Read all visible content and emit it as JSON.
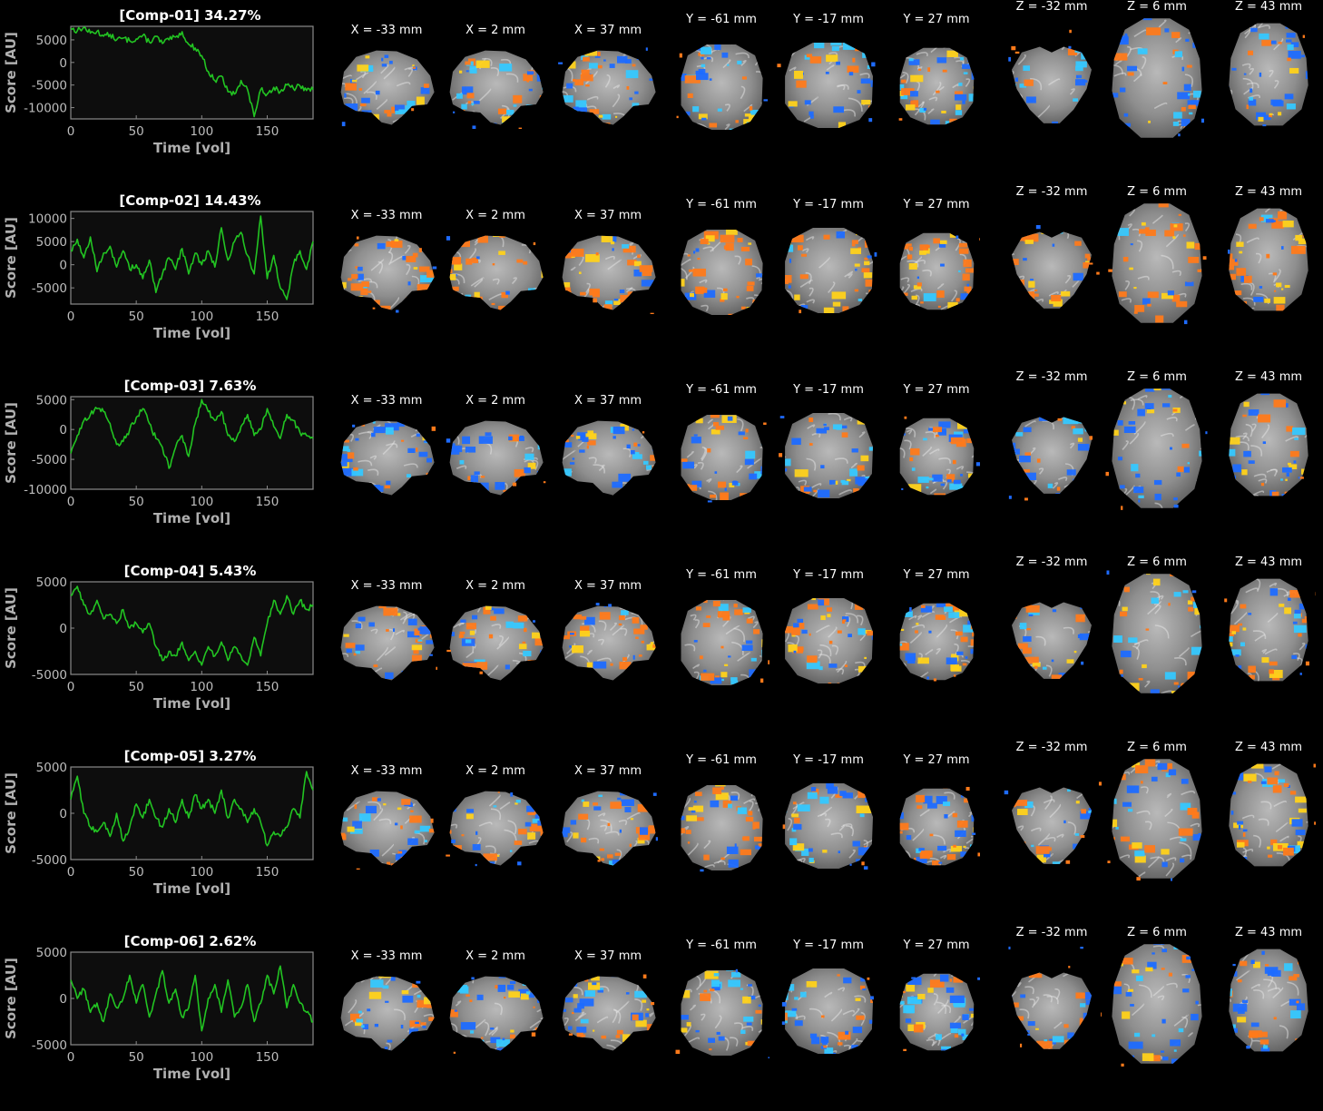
{
  "colors": {
    "background": "#000000",
    "trace": "#22c422",
    "plot_bg": "#0d0d0d",
    "axes": "#8a8a8a",
    "hot": "#ff7a1a",
    "hot_bright": "#ffd21a",
    "cold": "#1e6bff",
    "cold_bright": "#35c8ff"
  },
  "slice_labels": [
    "X = -33 mm",
    "X = 2 mm",
    "X = 37 mm",
    "Y = -61 mm",
    "Y = -17 mm",
    "Y = 27 mm",
    "Z = -32 mm",
    "Z = 6 mm",
    "Z = 43 mm"
  ],
  "chart_data": [
    {
      "type": "line",
      "title": "[Comp-01] 34.27%",
      "xlabel": "Time [vol]",
      "ylabel": "Score [AU]",
      "xlim": [
        0,
        185
      ],
      "ylim": [
        -12500,
        8000
      ],
      "xticks": [
        0,
        50,
        100,
        150
      ],
      "yticks": [
        5000,
        0,
        -5000,
        -10000
      ],
      "xtick_labels": [
        "0",
        "50",
        "100",
        "150"
      ],
      "ytick_labels": [
        "5000",
        "0",
        "-5000",
        "-10000"
      ],
      "series": [
        {
          "x": [
            0,
            5,
            10,
            15,
            20,
            25,
            30,
            35,
            40,
            45,
            50,
            55,
            60,
            65,
            70,
            75,
            80,
            85,
            90,
            95,
            100,
            105,
            110,
            115,
            120,
            125,
            130,
            135,
            140,
            145,
            150,
            155,
            160,
            165,
            170,
            175,
            180,
            185
          ],
          "y": [
            7500,
            7000,
            7800,
            6500,
            6900,
            5800,
            6200,
            5000,
            5400,
            4800,
            5200,
            6000,
            4500,
            5800,
            4200,
            5000,
            5600,
            6800,
            4000,
            3200,
            1500,
            -2000,
            -4000,
            -3000,
            -6500,
            -7000,
            -4000,
            -6000,
            -12000,
            -6000,
            -7000,
            -5500,
            -6500,
            -5000,
            -5800,
            -5200,
            -6200,
            -6000
          ]
        }
      ],
      "hot_bright_regions": 0.35,
      "cold_bright_regions": 0.6
    },
    {
      "type": "line",
      "title": "[Comp-02] 14.43%",
      "xlabel": "Time [vol]",
      "ylabel": "Score [AU]",
      "xlim": [
        0,
        185
      ],
      "ylim": [
        -8500,
        11500
      ],
      "xticks": [
        0,
        50,
        100,
        150
      ],
      "yticks": [
        10000,
        5000,
        0,
        -5000
      ],
      "xtick_labels": [
        "0",
        "50",
        "100",
        "150"
      ],
      "ytick_labels": [
        "10000",
        "5000",
        "0",
        "-5000"
      ],
      "series": [
        {
          "x": [
            0,
            5,
            10,
            15,
            20,
            25,
            30,
            35,
            40,
            45,
            50,
            55,
            60,
            65,
            70,
            75,
            80,
            85,
            90,
            95,
            100,
            105,
            110,
            115,
            120,
            125,
            130,
            135,
            140,
            145,
            150,
            155,
            160,
            165,
            170,
            175,
            180,
            185
          ],
          "y": [
            3000,
            5500,
            1500,
            6000,
            -1500,
            2500,
            4000,
            -500,
            3000,
            -1000,
            0,
            -3000,
            1000,
            -6000,
            -2000,
            1500,
            -1000,
            3500,
            -2000,
            2500,
            0,
            3000,
            -500,
            8000,
            1000,
            5000,
            7000,
            2000,
            -2000,
            10500,
            -3000,
            2000,
            -5000,
            -7500,
            0,
            3000,
            -1000,
            5000
          ]
        }
      ],
      "hot_bright_regions": 0.55,
      "cold_bright_regions": 0.1
    },
    {
      "type": "line",
      "title": "[Comp-03] 7.63%",
      "xlabel": "Time [vol]",
      "ylabel": "Score [AU]",
      "xlim": [
        0,
        185
      ],
      "ylim": [
        -10000,
        5500
      ],
      "xticks": [
        0,
        50,
        100,
        150
      ],
      "yticks": [
        5000,
        0,
        -5000,
        -10000
      ],
      "xtick_labels": [
        "0",
        "50",
        "100",
        "150"
      ],
      "ytick_labels": [
        "5000",
        "0",
        "-5000",
        "-10000"
      ],
      "series": [
        {
          "x": [
            0,
            5,
            10,
            15,
            20,
            25,
            30,
            35,
            40,
            45,
            50,
            55,
            60,
            65,
            70,
            75,
            80,
            85,
            90,
            95,
            100,
            105,
            110,
            115,
            120,
            125,
            130,
            135,
            140,
            145,
            150,
            155,
            160,
            165,
            170,
            175,
            180,
            185
          ],
          "y": [
            -4000,
            -1000,
            1500,
            2500,
            3500,
            3000,
            1000,
            -2500,
            -2000,
            0,
            2000,
            3500,
            1000,
            -1500,
            -3000,
            -6500,
            -3000,
            -1000,
            -4500,
            1000,
            5000,
            3000,
            1500,
            3000,
            -1000,
            -2000,
            500,
            2500,
            -1000,
            0,
            3500,
            500,
            -1500,
            2500,
            1500,
            -500,
            -1000,
            -1500
          ]
        }
      ],
      "hot_bright_regions": 0.25,
      "cold_bright_regions": 0.5
    },
    {
      "type": "line",
      "title": "[Comp-04] 5.43%",
      "xlabel": "Time [vol]",
      "ylabel": "Score [AU]",
      "xlim": [
        0,
        185
      ],
      "ylim": [
        -5000,
        5000
      ],
      "xticks": [
        0,
        50,
        100,
        150
      ],
      "yticks": [
        5000,
        0,
        -5000
      ],
      "xtick_labels": [
        "0",
        "50",
        "100",
        "150"
      ],
      "ytick_labels": [
        "5000",
        "0",
        "-5000"
      ],
      "series": [
        {
          "x": [
            0,
            5,
            10,
            15,
            20,
            25,
            30,
            35,
            40,
            45,
            50,
            55,
            60,
            65,
            70,
            75,
            80,
            85,
            90,
            95,
            100,
            105,
            110,
            115,
            120,
            125,
            130,
            135,
            140,
            145,
            150,
            155,
            160,
            165,
            170,
            175,
            180,
            185
          ],
          "y": [
            3500,
            4500,
            2500,
            1500,
            3000,
            1000,
            1500,
            500,
            2000,
            0,
            500,
            -500,
            500,
            -2000,
            -3500,
            -2500,
            -3000,
            -1500,
            -3500,
            -2500,
            -4000,
            -2000,
            -3000,
            -1500,
            -3500,
            -2000,
            -3000,
            -4000,
            -1000,
            -3000,
            500,
            3000,
            1500,
            3500,
            1500,
            3000,
            2000,
            2500
          ]
        }
      ],
      "hot_bright_regions": 0.5,
      "cold_bright_regions": 0.35
    },
    {
      "type": "line",
      "title": "[Comp-05] 3.27%",
      "xlabel": "Time [vol]",
      "ylabel": "Score [AU]",
      "xlim": [
        0,
        185
      ],
      "ylim": [
        -5000,
        5000
      ],
      "xticks": [
        0,
        50,
        100,
        150
      ],
      "yticks": [
        5000,
        0,
        -5000
      ],
      "xtick_labels": [
        "0",
        "50",
        "100",
        "150"
      ],
      "ytick_labels": [
        "5000",
        "0",
        "-5000"
      ],
      "series": [
        {
          "x": [
            0,
            5,
            10,
            15,
            20,
            25,
            30,
            35,
            40,
            45,
            50,
            55,
            60,
            65,
            70,
            75,
            80,
            85,
            90,
            95,
            100,
            105,
            110,
            115,
            120,
            125,
            130,
            135,
            140,
            145,
            150,
            155,
            160,
            165,
            170,
            175,
            180,
            185
          ],
          "y": [
            1500,
            4000,
            0,
            -1500,
            -2000,
            -1000,
            -2500,
            0,
            -3000,
            -1500,
            1000,
            -500,
            1500,
            -500,
            -1500,
            500,
            -1000,
            1500,
            -500,
            2000,
            500,
            1500,
            0,
            2500,
            -500,
            1500,
            500,
            -1000,
            500,
            -1000,
            -3500,
            -2000,
            -2500,
            -1500,
            500,
            -500,
            4500,
            2500
          ]
        }
      ],
      "hot_bright_regions": 0.4,
      "cold_bright_regions": 0.4
    },
    {
      "type": "line",
      "title": "[Comp-06] 2.62%",
      "xlabel": "Time [vol]",
      "ylabel": "Score [AU]",
      "xlim": [
        0,
        185
      ],
      "ylim": [
        -5000,
        5000
      ],
      "xticks": [
        0,
        50,
        100,
        150
      ],
      "yticks": [
        5000,
        0,
        -5000
      ],
      "xtick_labels": [
        "0",
        "50",
        "100",
        "150"
      ],
      "ytick_labels": [
        "5000",
        "0",
        "-5000"
      ],
      "series": [
        {
          "x": [
            0,
            5,
            10,
            15,
            20,
            25,
            30,
            35,
            40,
            45,
            50,
            55,
            60,
            65,
            70,
            75,
            80,
            85,
            90,
            95,
            100,
            105,
            110,
            115,
            120,
            125,
            130,
            135,
            140,
            145,
            150,
            155,
            160,
            165,
            170,
            175,
            180,
            185
          ],
          "y": [
            2000,
            0,
            1000,
            -1500,
            -500,
            -2500,
            500,
            -1000,
            0,
            2500,
            -500,
            1500,
            -2000,
            500,
            3000,
            -500,
            1000,
            -2000,
            -1000,
            2500,
            -3500,
            0,
            1500,
            -1500,
            2000,
            -2000,
            -1000,
            1500,
            -2500,
            -500,
            2500,
            500,
            3500,
            -1000,
            1500,
            -500,
            -1500,
            -2500
          ]
        }
      ],
      "hot_bright_regions": 0.3,
      "cold_bright_regions": 0.45
    }
  ]
}
